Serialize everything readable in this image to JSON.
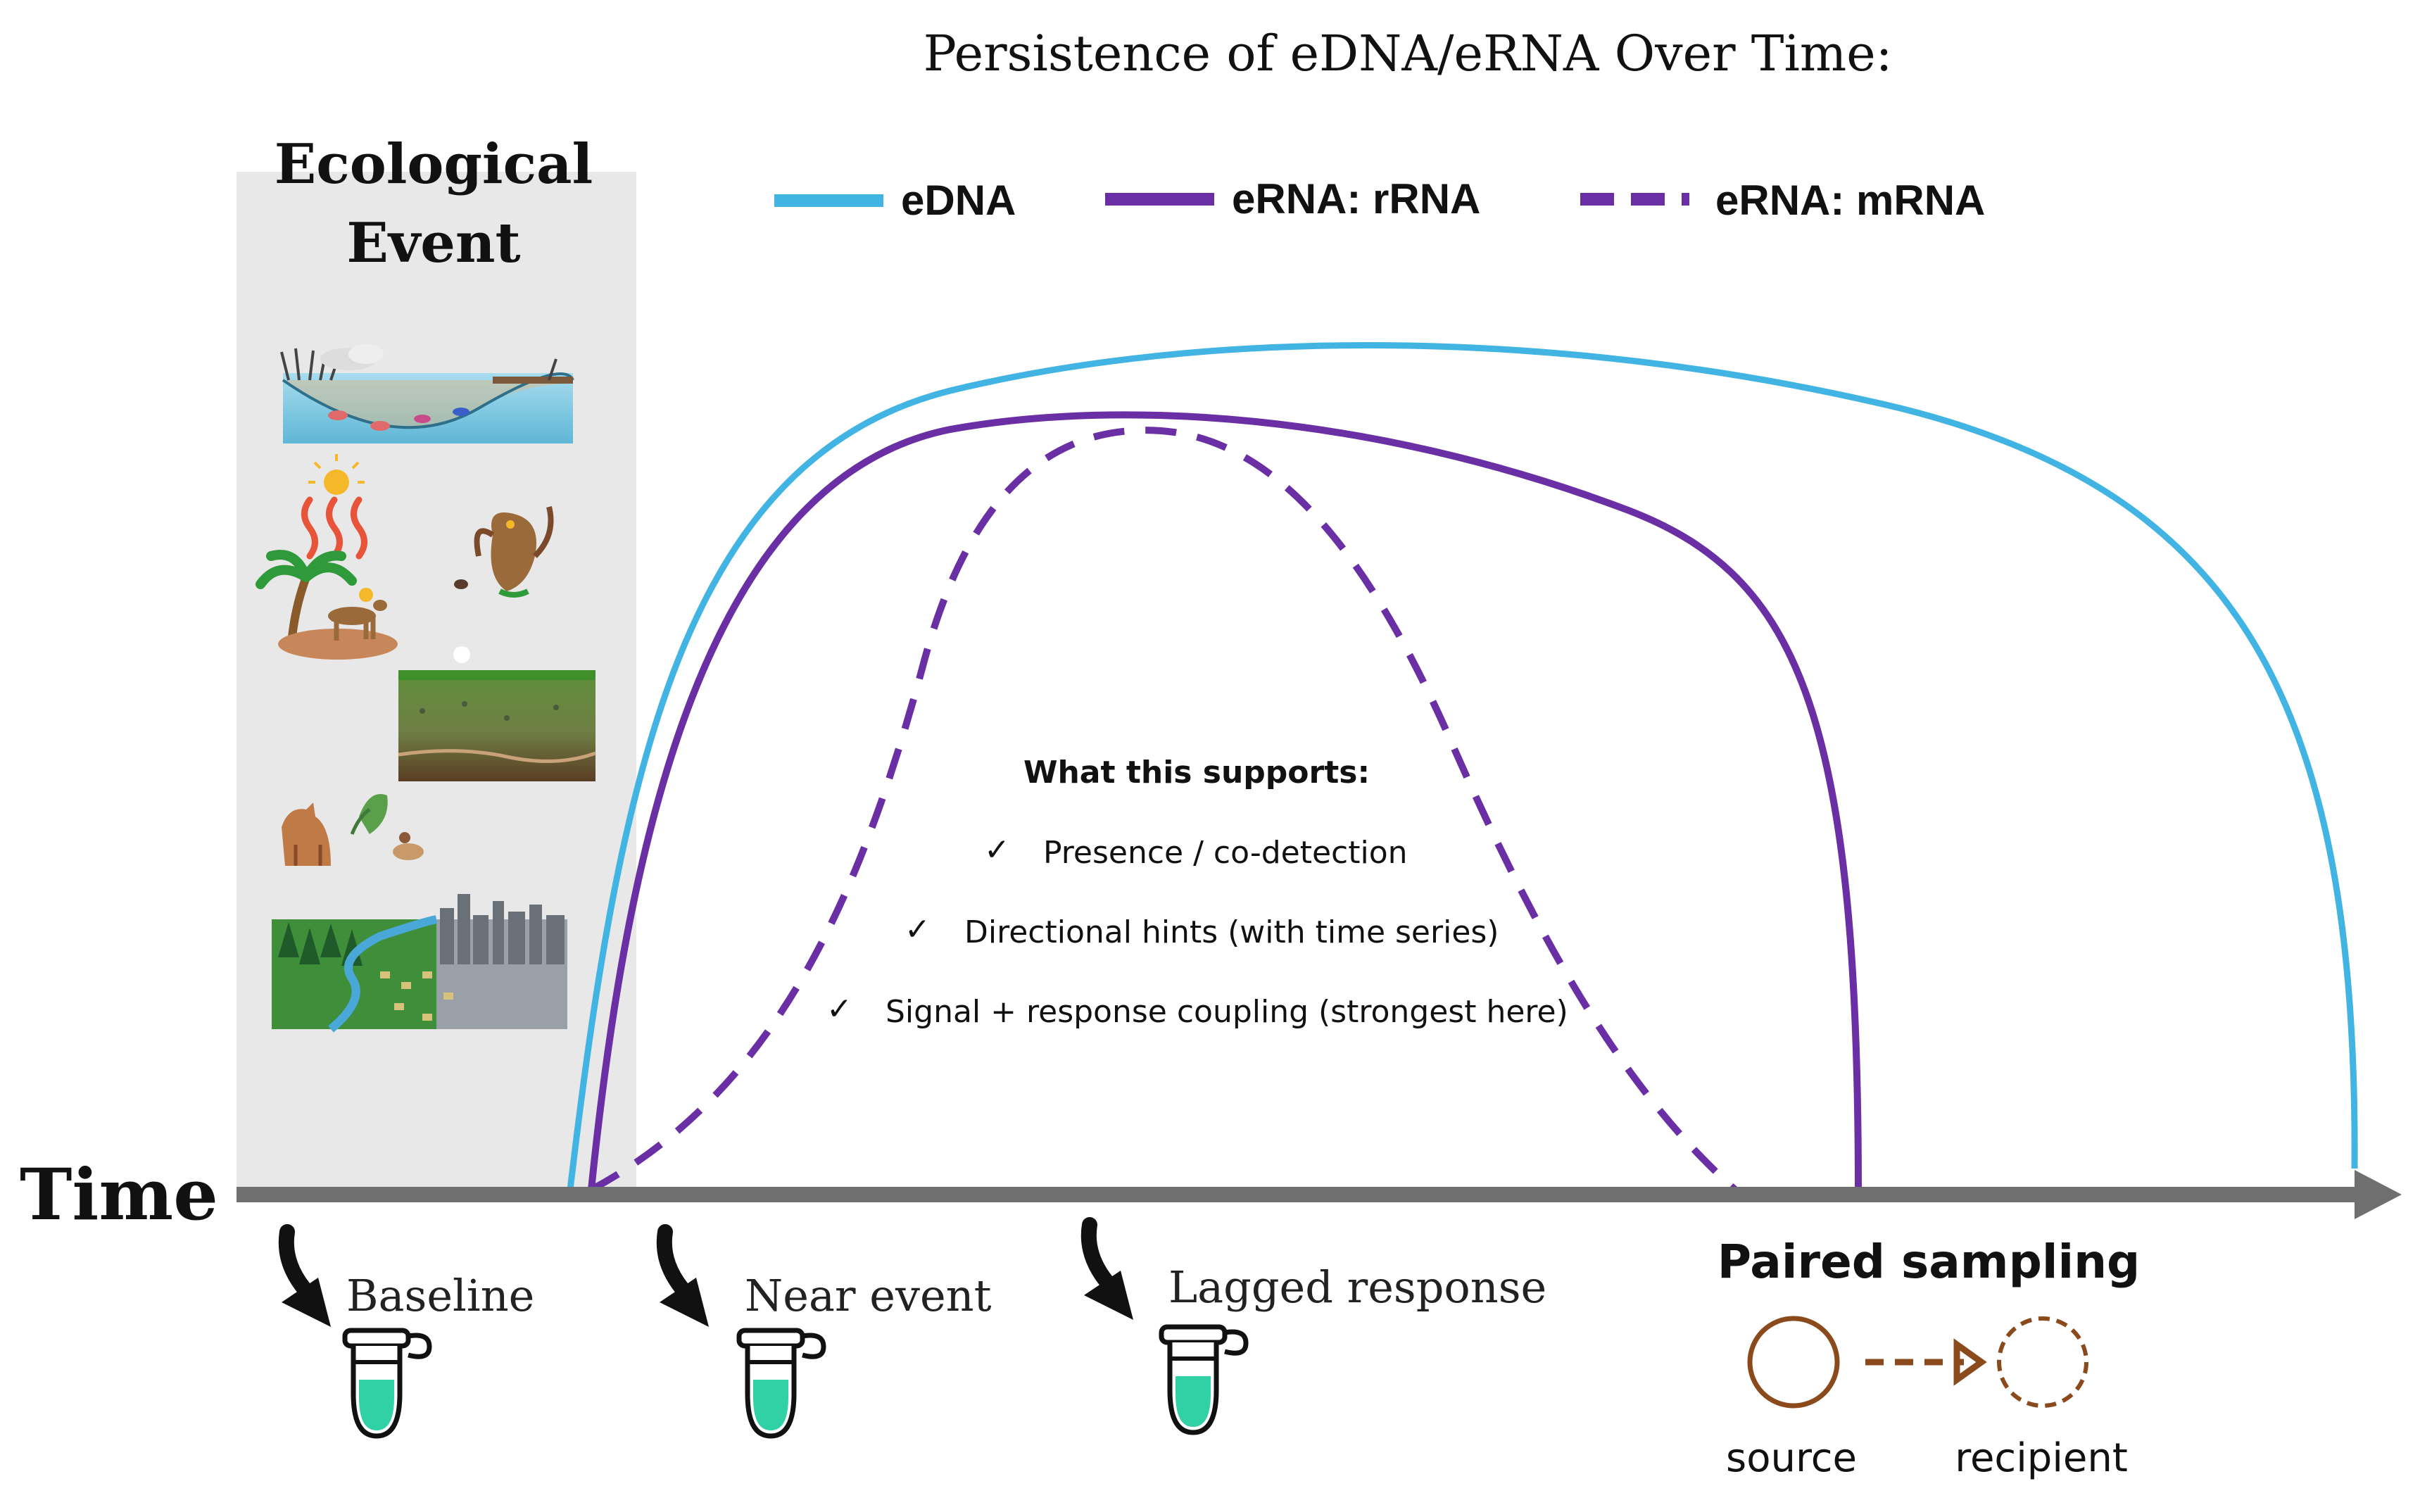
{
  "title": "Persistence of eDNA/eRNA Over Time:",
  "legend": {
    "edna": "eDNA",
    "rrna": "eRNA: rRNA",
    "mrna": "eRNA: mRNA"
  },
  "event_panel": {
    "title_line1": "Ecological",
    "title_line2": "Event"
  },
  "axis": {
    "label": "Time"
  },
  "supports": {
    "heading": "What this supports:",
    "items": [
      "Presence / co-detection",
      "Directional hints (with time series)",
      "Signal + response coupling (strongest here)"
    ],
    "check": "✓"
  },
  "sampling": {
    "baseline": "Baseline",
    "near_event": "Near event",
    "lagged": "Lagged response"
  },
  "paired": {
    "title": "Paired sampling",
    "source": "source",
    "recipient": "recipient"
  },
  "colors": {
    "edna": "#41b4e3",
    "rrna": "#6b2fa5",
    "mrna": "#6b2fa5",
    "axis": "#6f6f6f",
    "panel": "#e8e8e8",
    "paired": "#8a4a1c",
    "tube_liquid": "#2fd1a5"
  },
  "icons": [
    "pond-icon",
    "drought-icon",
    "owl-icon",
    "soil-icon",
    "dog-icon",
    "landscape-city-icon",
    "curved-arrow-icon",
    "sample-tube-icon"
  ]
}
